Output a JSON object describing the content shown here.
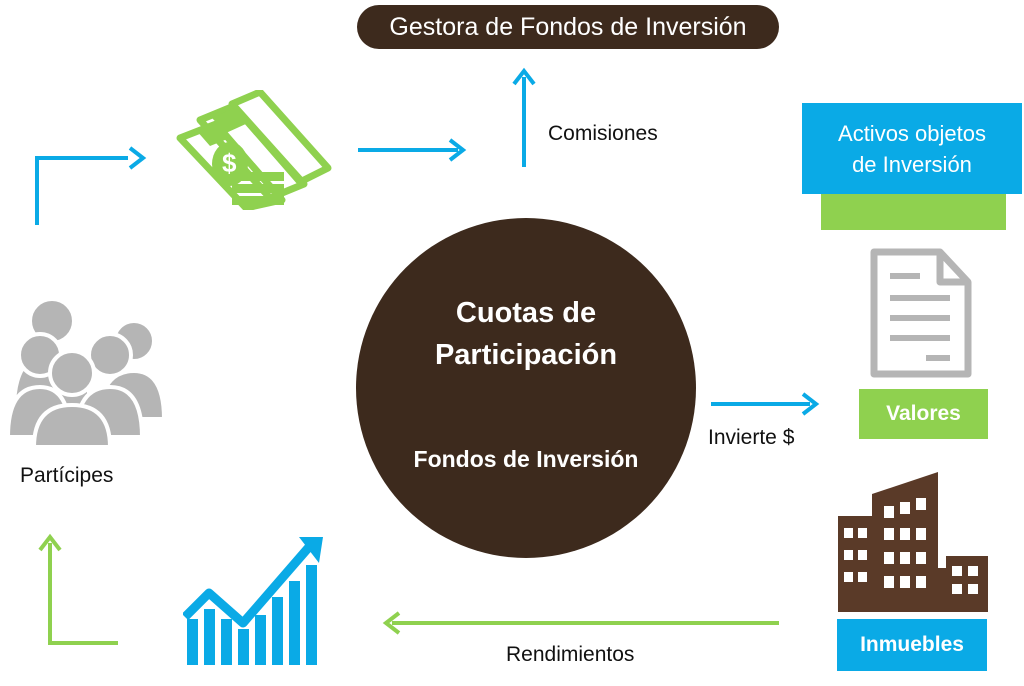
{
  "diagram": {
    "header": {
      "label": "Gestora de Fondos de Inversión"
    },
    "center": {
      "title_line1": "Cuotas de",
      "title_line2": "Participación",
      "subtitle": "Fondos de Inversión"
    },
    "labels": {
      "comisiones": "Comisiones",
      "participes": "Partícipes",
      "invierte": "Invierte $",
      "rendimientos": "Rendimientos"
    },
    "assets": {
      "title_line1": "Activos objetos",
      "title_line2": "de Inversión",
      "valores": "Valores",
      "inmuebles": "Inmuebles"
    },
    "icons": {
      "money": "money-stack-icon",
      "people": "people-group-icon",
      "growth": "growth-chart-icon",
      "document": "document-icon",
      "buildings": "buildings-icon"
    },
    "colors": {
      "brown": "#3d2a1d",
      "blue": "#0aaae6",
      "green": "#8fd14f",
      "gray": "#b5b5b5"
    }
  }
}
